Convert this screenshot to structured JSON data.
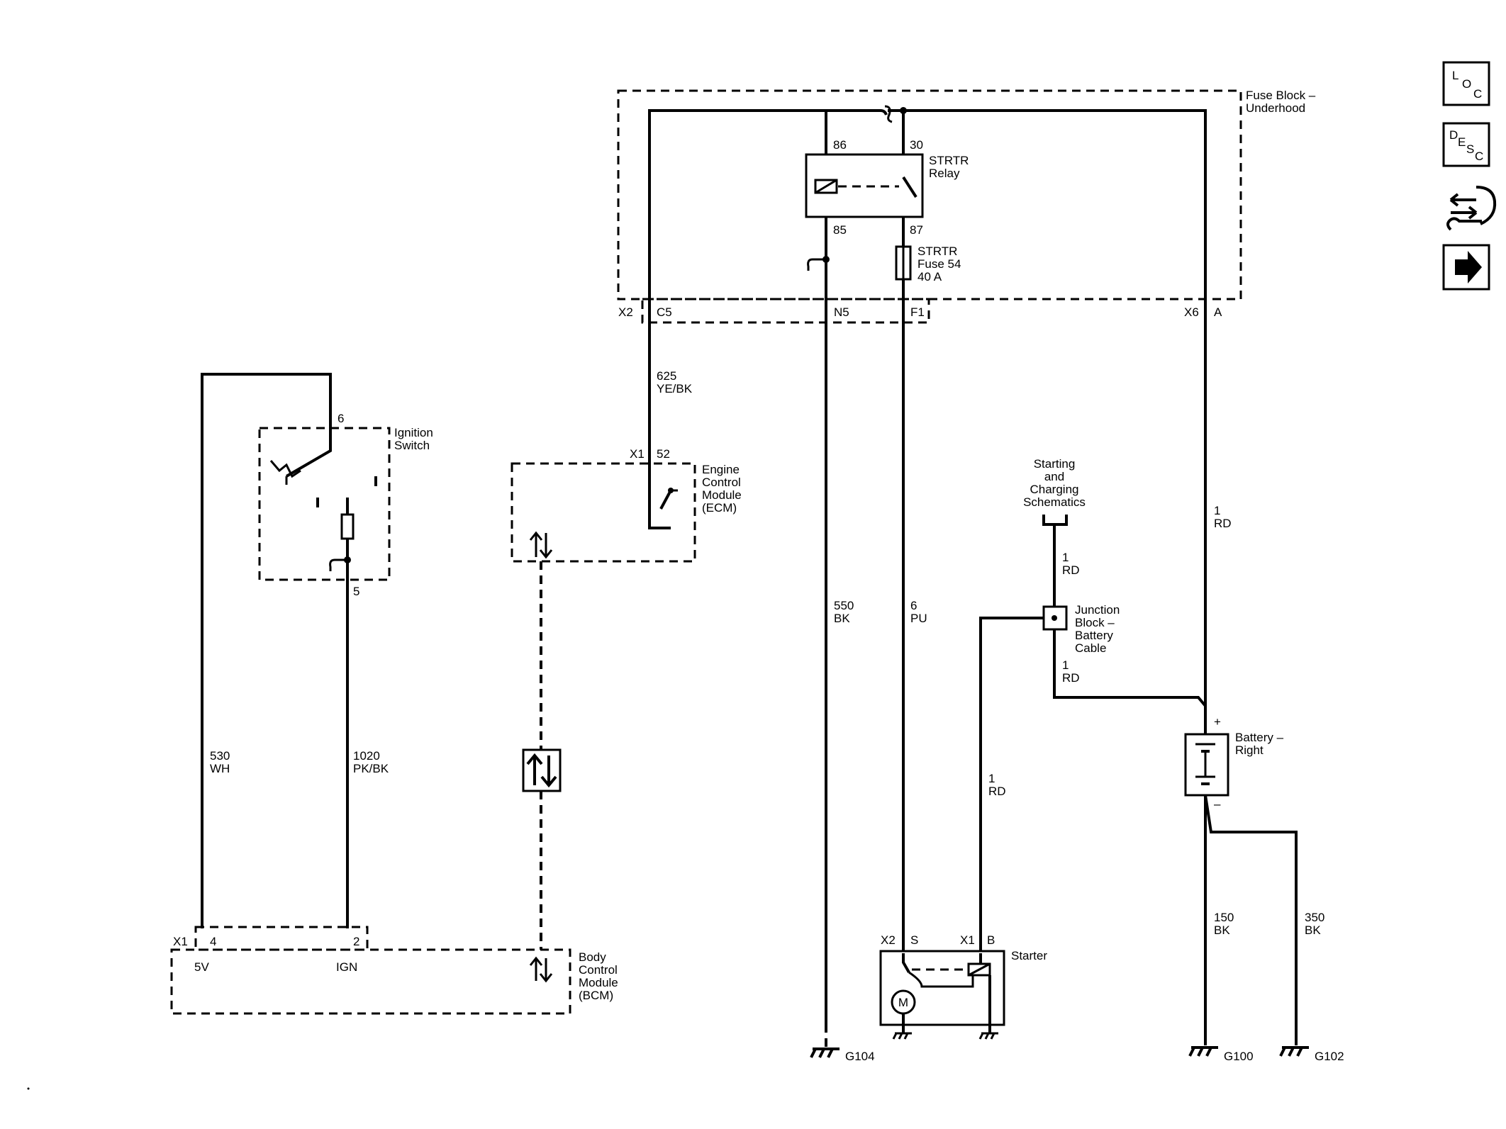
{
  "fuse_block": {
    "name_line1": "Fuse Block –",
    "name_line2": "Underhood"
  },
  "relay": {
    "pin86": "86",
    "pin30": "30",
    "pin85": "85",
    "pin87": "87",
    "name_line1": "STRTR",
    "name_line2": "Relay"
  },
  "fuse": {
    "line1": "STRTR",
    "line2": "Fuse 54",
    "line3": "40 A"
  },
  "connectors": {
    "x2": "X2",
    "c5": "C5",
    "n5": "N5",
    "f1": "F1",
    "x6": "X6",
    "a": "A"
  },
  "wire_625": {
    "num": "625",
    "color": "YE/BK"
  },
  "ecm": {
    "conn": "X1",
    "pin": "52",
    "line1": "Engine",
    "line2": "Control",
    "line3": "Module",
    "line4": "(ECM)"
  },
  "ignition": {
    "pin6": "6",
    "pin5": "5",
    "line1": "Ignition",
    "line2": "Switch"
  },
  "wire_530": {
    "num": "530",
    "color": "WH"
  },
  "wire_1020": {
    "num": "1020",
    "color": "PK/BK"
  },
  "bcm": {
    "conn": "X1",
    "pin4": "4",
    "pin2": "2",
    "label_5v": "5V",
    "label_ign": "IGN",
    "line1": "Body",
    "line2": "Control",
    "line3": "Module",
    "line4": "(BCM)"
  },
  "wire_550": {
    "num": "550",
    "color": "BK"
  },
  "wire_6": {
    "num": "6",
    "color": "PU"
  },
  "schematic_ref": {
    "line1": "Starting",
    "line2": "and",
    "line3": "Charging",
    "line4": "Schematics"
  },
  "wire_1rd_top": {
    "num": "1",
    "color": "RD"
  },
  "junction": {
    "line1": "Junction",
    "line2": "Block –",
    "line3": "Battery",
    "line4": "Cable"
  },
  "wire_1rd_mid": {
    "num": "1",
    "color": "RD"
  },
  "wire_1rd_left": {
    "num": "1",
    "color": "RD"
  },
  "wire_1rd_right": {
    "num": "1",
    "color": "RD"
  },
  "battery": {
    "line1": "Battery –",
    "line2": "Right",
    "plus": "+",
    "minus": "–"
  },
  "starter": {
    "conn_x2": "X2",
    "pin_s": "S",
    "conn_x1": "X1",
    "pin_b": "B",
    "name": "Starter",
    "motor": "M"
  },
  "wire_150": {
    "num": "150",
    "color": "BK"
  },
  "wire_350": {
    "num": "350",
    "color": "BK"
  },
  "grounds": {
    "g104": "G104",
    "g100": "G100",
    "g102": "G102"
  },
  "side_buttons": {
    "loc": {
      "l": "L",
      "o": "O",
      "c": "C"
    },
    "desc": {
      "d": "D",
      "e": "E",
      "s": "S",
      "c": "C"
    }
  }
}
